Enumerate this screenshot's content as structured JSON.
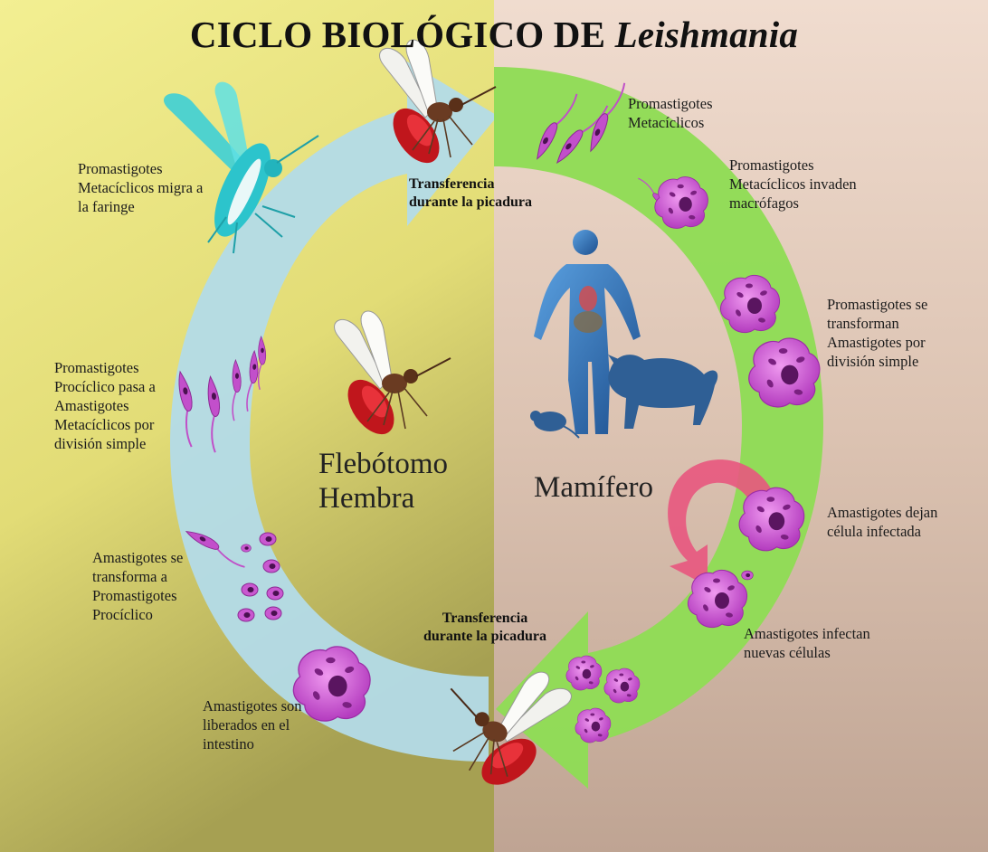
{
  "title": {
    "main": "CICLO BIOLÓGICO DE ",
    "italic": "Leishmania"
  },
  "hosts": {
    "vector": "Flebótomo\nHembra",
    "mammal": "Mamífero"
  },
  "transfers": {
    "top": "Transferencia\ndurante la picadura",
    "bottom": "Transferencia\ndurante la picadura"
  },
  "mammal_stages": {
    "s1": "Promastigotes\nMetacíclicos",
    "s2": "Promastigotes\nMetacíclicos invaden\nmacrófagos",
    "s3": "Promastigotes se\ntransforman\nAmastigotes por\ndivisión simple",
    "s4": "Amastigotes dejan\ncélula infectada",
    "s5": "Amastigotes infectan\nnuevas células"
  },
  "vector_stages": {
    "s1": "Amastigotes son\nliberados en el\nintestino",
    "s2": "Amastigotes se\ntransforma a\nPromastigotes\nProcíclico",
    "s3": "Promastigotes\nProcíclico pasa a\nAmastigotes\nMetacíclicos por\ndivisión simple",
    "s4": "Promastigotes\nMetacíclicos migra a\nla faringe"
  },
  "colors": {
    "vector_panel": "#e9e585",
    "mammal_panel": "#e1c9b8",
    "vector_arrow": "#b3dbe8",
    "mammal_arrow": "#8fdc56",
    "reinfection_arrow": "#e8577e",
    "parasite": "#c84fcf",
    "mosquito_body": "#c0161c",
    "silhouette": "#2f5f95"
  },
  "icons": [
    "mosquito-icon",
    "human-silhouette-icon",
    "dog-silhouette-icon",
    "rodent-silhouette-icon",
    "parasite-cell-icon",
    "promastigote-icon"
  ]
}
